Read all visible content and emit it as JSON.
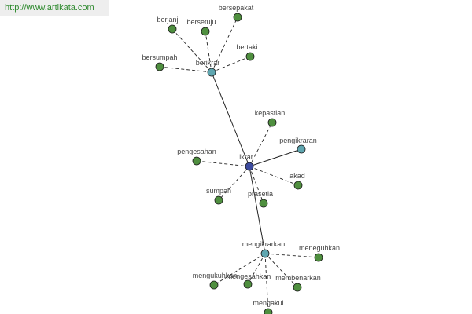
{
  "watermark": "http://www.artikata.com",
  "colors": {
    "leaf": "#4f8f3f",
    "hub": "#5fa6b0",
    "center": "#3b4a9e",
    "edge": "#222222"
  },
  "nodes": [
    {
      "id": "ikrar",
      "label": "ikrar",
      "kind": "center"
    },
    {
      "id": "berikrar",
      "label": "berikrar",
      "kind": "hub"
    },
    {
      "id": "mengikrarkan",
      "label": "mengikrarkan",
      "kind": "hub"
    },
    {
      "id": "pengikraran",
      "label": "pengikraran",
      "kind": "hub"
    },
    {
      "id": "berjanji",
      "label": "berjanji",
      "kind": "leaf"
    },
    {
      "id": "bersetuju",
      "label": "bersetuju",
      "kind": "leaf"
    },
    {
      "id": "bersepakat",
      "label": "bersepakat",
      "kind": "leaf"
    },
    {
      "id": "bersumpah",
      "label": "bersumpah",
      "kind": "leaf"
    },
    {
      "id": "bertaki",
      "label": "bertaki",
      "kind": "leaf"
    },
    {
      "id": "kepastian",
      "label": "kepastian",
      "kind": "leaf"
    },
    {
      "id": "pengesahan",
      "label": "pengesahan",
      "kind": "leaf"
    },
    {
      "id": "akad",
      "label": "akad",
      "kind": "leaf"
    },
    {
      "id": "sumpah",
      "label": "sumpah",
      "kind": "leaf"
    },
    {
      "id": "prasetia",
      "label": "prasetia",
      "kind": "leaf"
    },
    {
      "id": "meneguhkan",
      "label": "meneguhkan",
      "kind": "leaf"
    },
    {
      "id": "mengukuhkan",
      "label": "mengukuhkan",
      "kind": "leaf"
    },
    {
      "id": "mengesahkan",
      "label": "mengesahkan",
      "kind": "leaf"
    },
    {
      "id": "membenarkan",
      "label": "membenarkan",
      "kind": "leaf"
    },
    {
      "id": "mengakui",
      "label": "mengakui",
      "kind": "leaf"
    }
  ],
  "edges": [
    {
      "from": "ikrar",
      "to": "berikrar",
      "style": "solid"
    },
    {
      "from": "ikrar",
      "to": "mengikrarkan",
      "style": "solid"
    },
    {
      "from": "ikrar",
      "to": "pengikraran",
      "style": "solid"
    },
    {
      "from": "ikrar",
      "to": "kepastian",
      "style": "dashed"
    },
    {
      "from": "ikrar",
      "to": "pengesahan",
      "style": "dashed"
    },
    {
      "from": "ikrar",
      "to": "akad",
      "style": "dashed"
    },
    {
      "from": "ikrar",
      "to": "sumpah",
      "style": "dashed"
    },
    {
      "from": "ikrar",
      "to": "prasetia",
      "style": "dashed"
    },
    {
      "from": "berikrar",
      "to": "berjanji",
      "style": "dashed"
    },
    {
      "from": "berikrar",
      "to": "bersetuju",
      "style": "dashed"
    },
    {
      "from": "berikrar",
      "to": "bersepakat",
      "style": "dashed"
    },
    {
      "from": "berikrar",
      "to": "bersumpah",
      "style": "dashed"
    },
    {
      "from": "berikrar",
      "to": "bertaki",
      "style": "dashed"
    },
    {
      "from": "mengikrarkan",
      "to": "meneguhkan",
      "style": "dashed"
    },
    {
      "from": "mengikrarkan",
      "to": "mengukuhkan",
      "style": "dashed"
    },
    {
      "from": "mengikrarkan",
      "to": "mengesahkan",
      "style": "dashed"
    },
    {
      "from": "mengikrarkan",
      "to": "membenarkan",
      "style": "dashed"
    },
    {
      "from": "mengikrarkan",
      "to": "mengakui",
      "style": "dashed"
    }
  ]
}
